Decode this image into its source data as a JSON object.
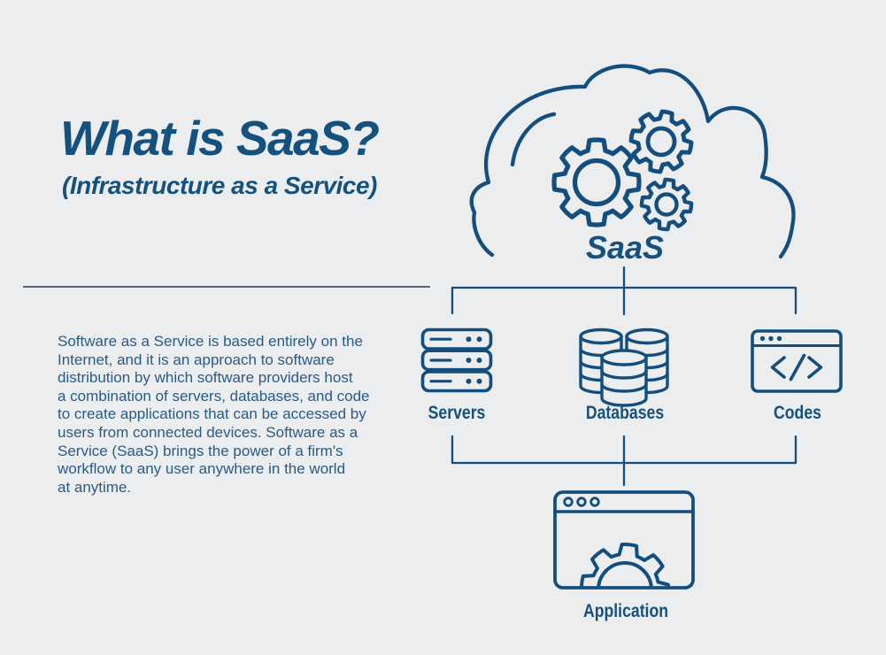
{
  "header": {
    "title": "What is SaaS?",
    "subtitle": "(Infrastructure as a Service)"
  },
  "description": "Software as a Service is based entirely on the\nInternet, and it is an approach to software\ndistribution by which software providers host\na combination of servers, databases, and code\nto create applications that can be accessed by\nusers from connected devices. Software as a\nService (SaaS) brings the power of a firm's\nworkflow to any user anywhere in the world\nat anytime.",
  "diagram": {
    "cloud_label": "SaaS",
    "cloud_icon": "cloud-gears-icon",
    "component_nodes": [
      {
        "id": "servers",
        "label": "Servers",
        "icon": "server-stack-icon"
      },
      {
        "id": "databases",
        "label": "Databases",
        "icon": "database-icon"
      },
      {
        "id": "codes",
        "label": "Codes",
        "icon": "code-window-icon"
      }
    ],
    "output_node": {
      "id": "application",
      "label": "Application",
      "icon": "app-window-gear-icon"
    }
  },
  "colors": {
    "background": "#ecedef",
    "ink": "#134e7e",
    "title": "#15517f",
    "body_text": "#2a5a88",
    "divider": "#56677b"
  }
}
